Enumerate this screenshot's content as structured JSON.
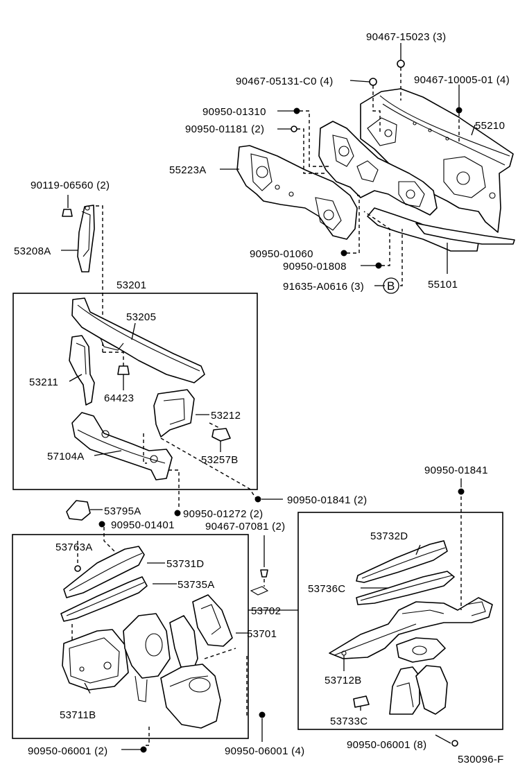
{
  "labels": {
    "p90467_15023": "90467-15023 (3)",
    "p90467_05131": "90467-05131-C0 (4)",
    "p90467_10005": "90467-10005-01 (4)",
    "p90950_01310": "90950-01310",
    "p90950_01181": "90950-01181 (2)",
    "p55210": "55210",
    "p55223A": "55223A",
    "p90119_06560": "90119-06560 (2)",
    "p53208A": "53208A",
    "p90950_01060": "90950-01060",
    "p90950_01808": "90950-01808",
    "p91635": "91635-A0616 (3)",
    "circle_B": "B",
    "p55101": "55101",
    "p53201": "53201",
    "p53205": "53205",
    "p53211": "53211",
    "p64423": "64423",
    "p53212": "53212",
    "p57104A": "57104A",
    "p53257B": "53257B",
    "p90950_01841_2": "90950-01841 (2)",
    "p90950_01841": "90950-01841",
    "p53795A": "53795A",
    "p90950_01401": "90950-01401",
    "p90950_01272": "90950-01272 (2)",
    "p90467_07081": "90467-07081 (2)",
    "p53763A": "53763A",
    "p53731D": "53731D",
    "p53735A": "53735A",
    "p53702": "53702",
    "p53701": "53701",
    "p53711B": "53711B",
    "p53732D": "53732D",
    "p53736C": "53736C",
    "p53712B": "53712B",
    "p53733C": "53733C",
    "p90950_06001_2": "90950-06001 (2)",
    "p90950_06001_4": "90950-06001 (4)",
    "p90950_06001_8": "90950-06001 (8)",
    "diagram_code": "530096-F"
  }
}
